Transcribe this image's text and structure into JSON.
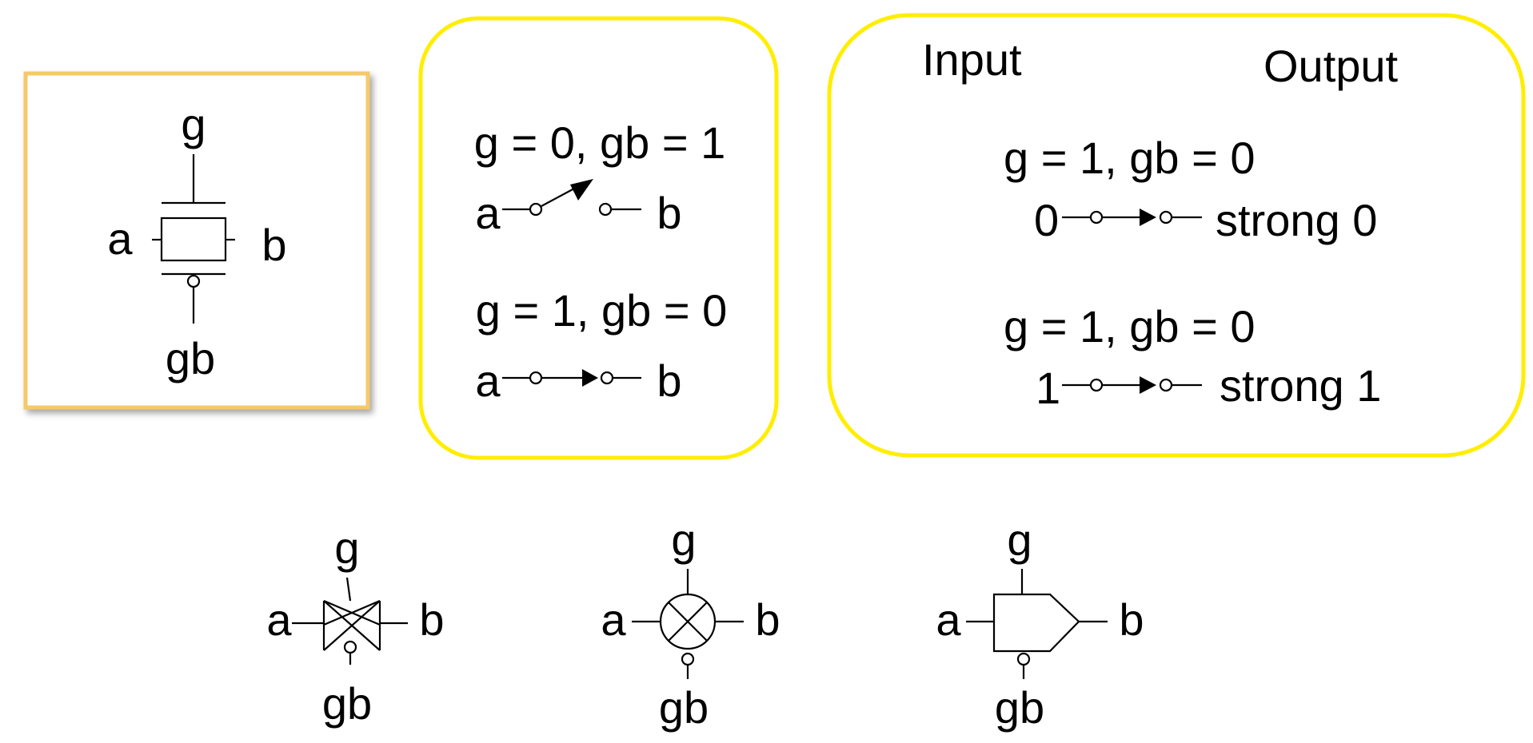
{
  "colors": {
    "symbol_frame": "#f5c96a",
    "panel_border": "#ffee00",
    "ink": "#000000"
  },
  "terminals": {
    "gate": "g",
    "gate_bar": "gb",
    "a": "a",
    "b": "b"
  },
  "switch_panel": {
    "off_condition": "g = 0, gb = 1",
    "on_condition": "g = 1, gb = 0"
  },
  "pass_panel": {
    "input_header": "Input",
    "output_header": "Output",
    "case0": {
      "condition": "g = 1, gb = 0",
      "input": "0",
      "output": "strong 0"
    },
    "case1": {
      "condition": "g = 1, gb = 0",
      "input": "1",
      "output": "strong 1"
    }
  },
  "alt_symbols": [
    "bowtie-icon",
    "crossed-circle-icon",
    "pentagon-icon"
  ]
}
